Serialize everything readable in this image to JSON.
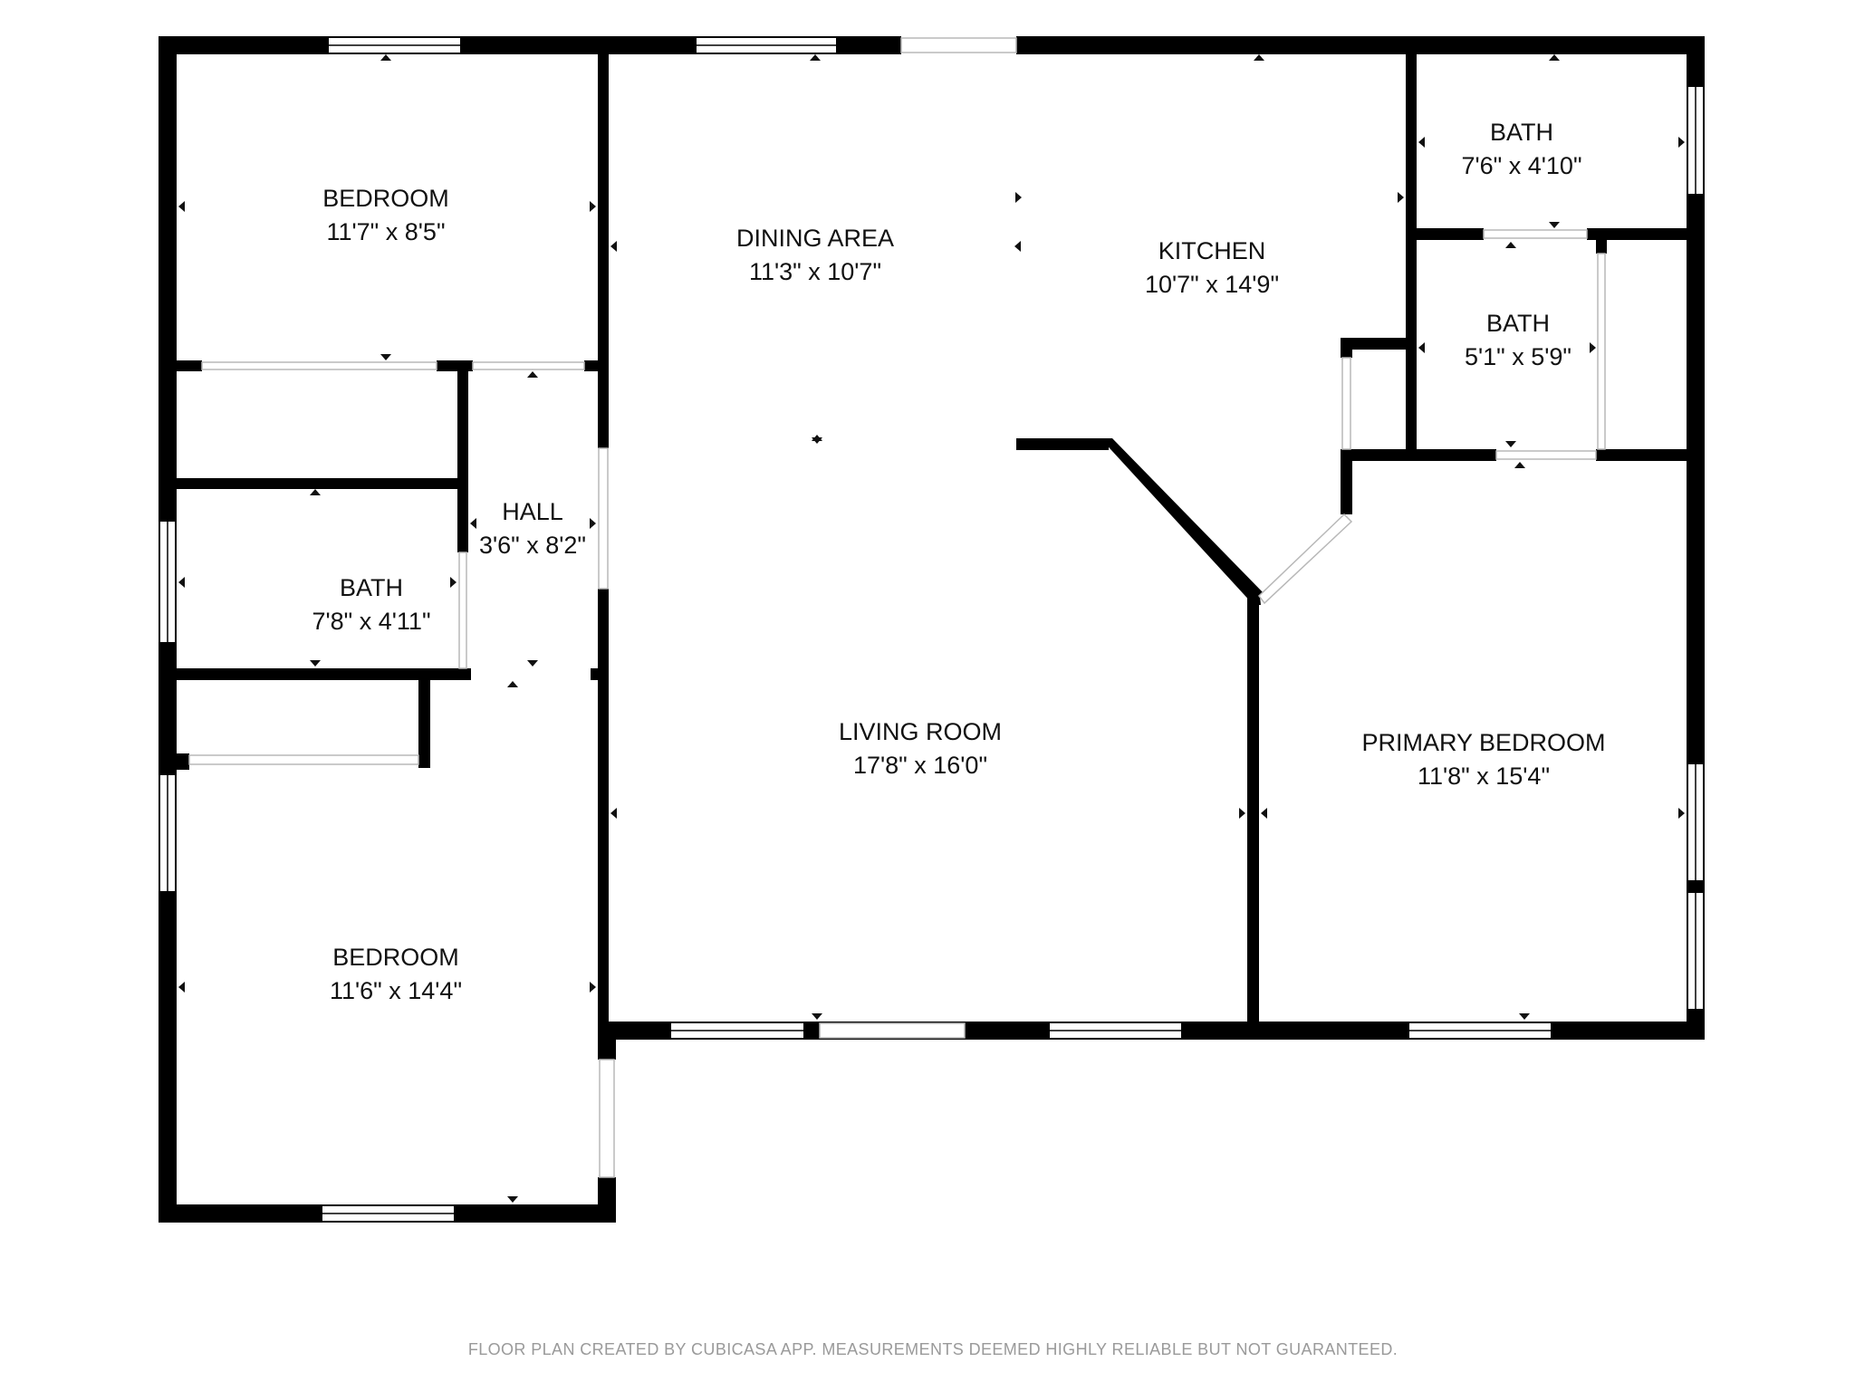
{
  "rooms": {
    "bedroom_top": {
      "name": "BEDROOM",
      "dims": "11'7\" x 8'5\""
    },
    "dining": {
      "name": "DINING AREA",
      "dims": "11'3\" x 10'7\""
    },
    "kitchen": {
      "name": "KITCHEN",
      "dims": "10'7\" x 14'9\""
    },
    "bath_top_right": {
      "name": "BATH",
      "dims": "7'6\" x 4'10\""
    },
    "bath_mid_right": {
      "name": "BATH",
      "dims": "5'1\" x 5'9\""
    },
    "hall": {
      "name": "HALL",
      "dims": "3'6\" x 8'2\""
    },
    "bath_left": {
      "name": "BATH",
      "dims": "7'8\" x 4'11\""
    },
    "living": {
      "name": "LIVING ROOM",
      "dims": "17'8\" x 16'0\""
    },
    "primary_bedroom": {
      "name": "PRIMARY BEDROOM",
      "dims": "11'8\" x 15'4\""
    },
    "bedroom_bottom": {
      "name": "BEDROOM",
      "dims": "11'6\" x 14'4\""
    }
  },
  "footer": {
    "text": "FLOOR PLAN CREATED BY CUBICASA APP. MEASUREMENTS DEEMED HIGHLY RELIABLE BUT NOT GUARANTEED."
  },
  "colors": {
    "wall": "#000000",
    "background": "#ffffff",
    "footer_text": "#9a9a9a"
  }
}
